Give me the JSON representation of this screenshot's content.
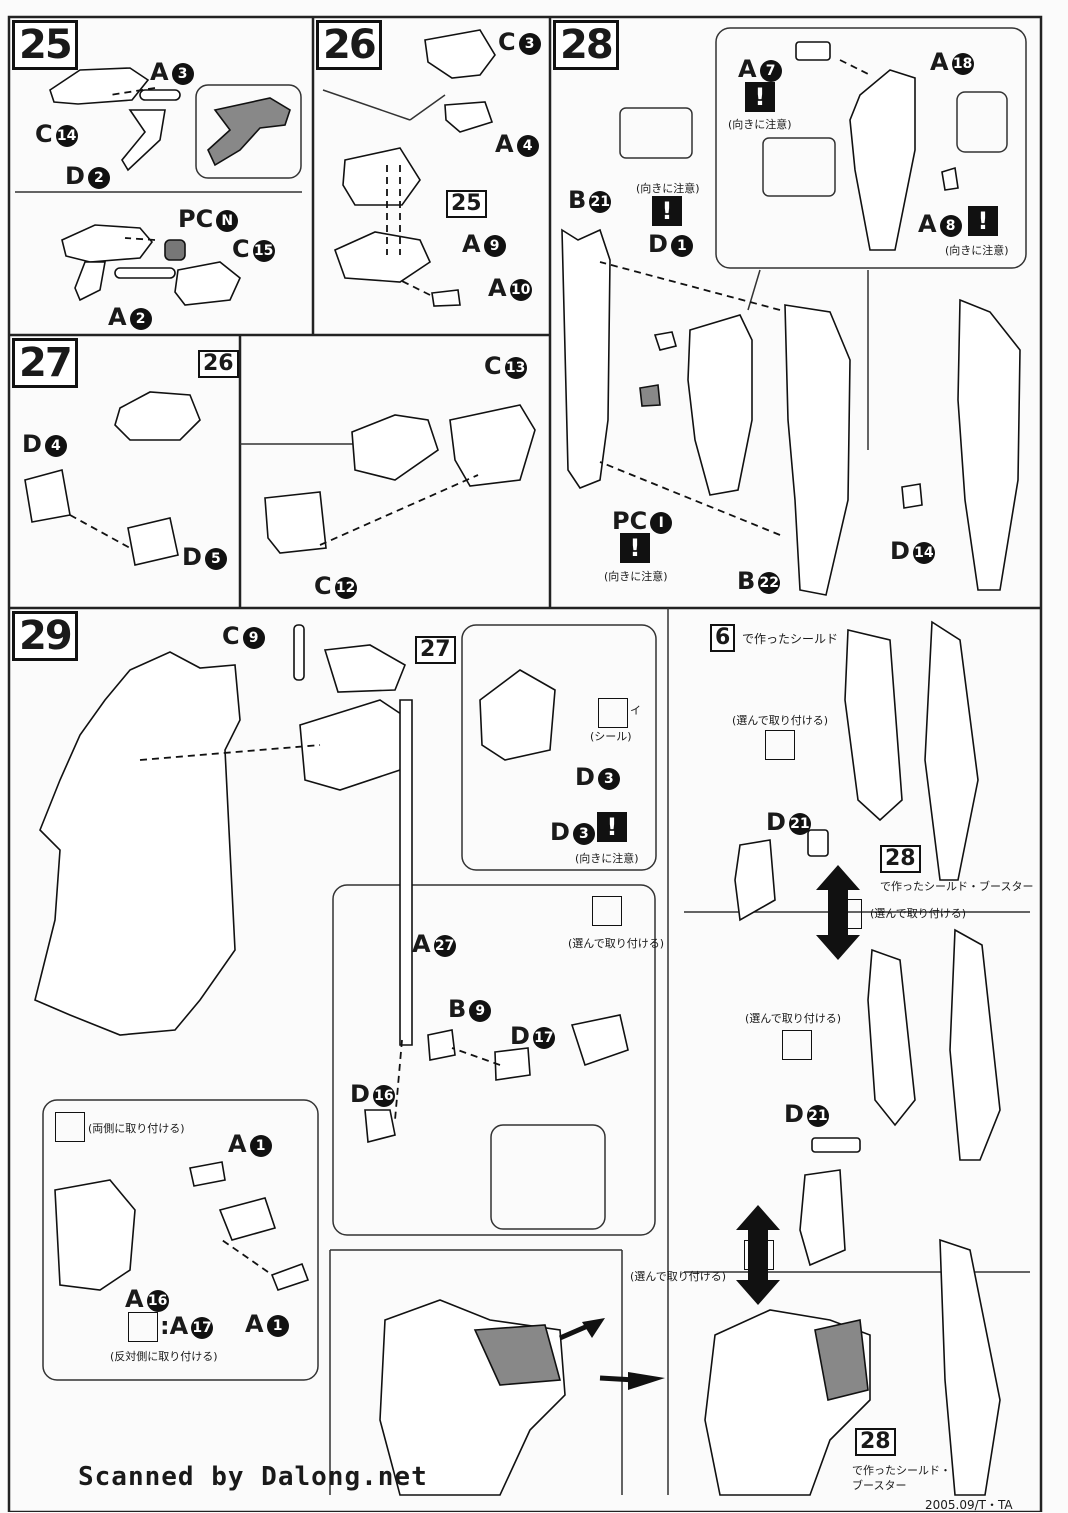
{
  "steps": {
    "s25": {
      "number": "25",
      "labels": [
        {
          "letter": "A",
          "num": "3"
        },
        {
          "letter": "C",
          "num": "14"
        },
        {
          "letter": "D",
          "num": "2"
        },
        {
          "letter": "PC",
          "num": "N"
        },
        {
          "letter": "C",
          "num": "15"
        },
        {
          "letter": "A",
          "num": "2"
        }
      ]
    },
    "s26": {
      "number": "26",
      "ref": "25",
      "labels": [
        {
          "letter": "C",
          "num": "3"
        },
        {
          "letter": "A",
          "num": "4"
        },
        {
          "letter": "A",
          "num": "9"
        },
        {
          "letter": "A",
          "num": "10"
        }
      ]
    },
    "s27": {
      "number": "27",
      "ref": "26",
      "labels": [
        {
          "letter": "D",
          "num": "4"
        },
        {
          "letter": "D",
          "num": "5"
        },
        {
          "letter": "C",
          "num": "13"
        },
        {
          "letter": "C",
          "num": "12"
        }
      ]
    },
    "s28": {
      "number": "28",
      "labels": [
        {
          "letter": "A",
          "num": "7"
        },
        {
          "letter": "A",
          "num": "18"
        },
        {
          "letter": "A",
          "num": "8"
        },
        {
          "letter": "B",
          "num": "21"
        },
        {
          "letter": "D",
          "num": "1"
        },
        {
          "letter": "PC",
          "num": "I"
        },
        {
          "letter": "B",
          "num": "22"
        },
        {
          "letter": "D",
          "num": "14"
        }
      ],
      "caution": "(向きに注意)"
    },
    "s29": {
      "number": "29",
      "ref": "27",
      "labels": [
        {
          "letter": "C",
          "num": "9"
        },
        {
          "letter": "D",
          "num": "3"
        },
        {
          "letter": "D",
          "num": "3"
        },
        {
          "letter": "A",
          "num": "27"
        },
        {
          "letter": "B",
          "num": "9"
        },
        {
          "letter": "D",
          "num": "17"
        },
        {
          "letter": "D",
          "num": "16"
        },
        {
          "letter": "A",
          "num": "1"
        },
        {
          "letter": "A",
          "num": "16"
        },
        {
          "letter": "A",
          "num": "1"
        },
        {
          "letter": "D",
          "num": "21"
        },
        {
          "letter": "D",
          "num": "21"
        }
      ],
      "seal_label": "(シール)",
      "seal_mark": "イ",
      "choose_attach": "(選んで取り付ける)",
      "both_sides": "(両側に取り付ける)",
      "opposite_side": "(反対側に取り付ける)",
      "opposite_prefix": ":A",
      "opposite_num": "17",
      "shield_from_6": "で作ったシールド",
      "shield_ref": "6",
      "booster_ref": "28",
      "booster_caption": "で作ったシールド・ブースター",
      "booster_caption_2": "で作ったシールド・",
      "booster_caption_3": "ブースター",
      "booster_ref_2": "28",
      "caution": "(向きに注意)"
    }
  },
  "footer": {
    "scanned_by": "Scanned by Dalong.net",
    "code": "2005.09/T・TA"
  }
}
